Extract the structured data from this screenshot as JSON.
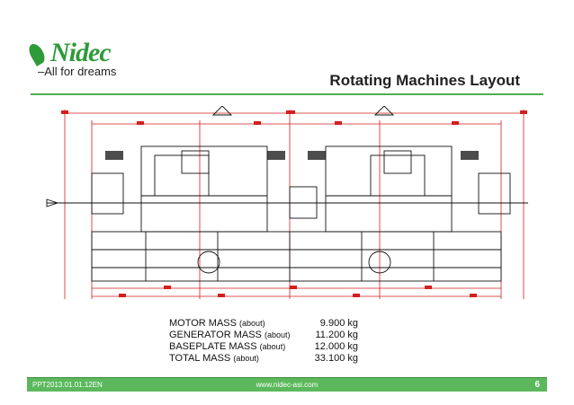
{
  "header": {
    "brand": "Nidec",
    "tagline": "–All for dreams",
    "title": "Rotating Machines Layout"
  },
  "masses": [
    {
      "label": "MOTOR MASS",
      "note": "(about)",
      "value": "9.900 kg"
    },
    {
      "label": "GENERATOR MASS",
      "note": "(about)",
      "value": "11.200 kg"
    },
    {
      "label": "BASEPLATE MASS",
      "note": "(about)",
      "value": "12.000 kg"
    },
    {
      "label": "TOTAL MASS",
      "note": "(about)",
      "value": "33.100 kg"
    }
  ],
  "footer": {
    "doc_code": "PPT2013.01.01.12EN",
    "website": "www.nidec-asi.com",
    "page_number": "6"
  },
  "colors": {
    "brand_green": "#2f9a3a",
    "footer_green": "#5cb85c",
    "dimension_red": "#d21f1f"
  }
}
